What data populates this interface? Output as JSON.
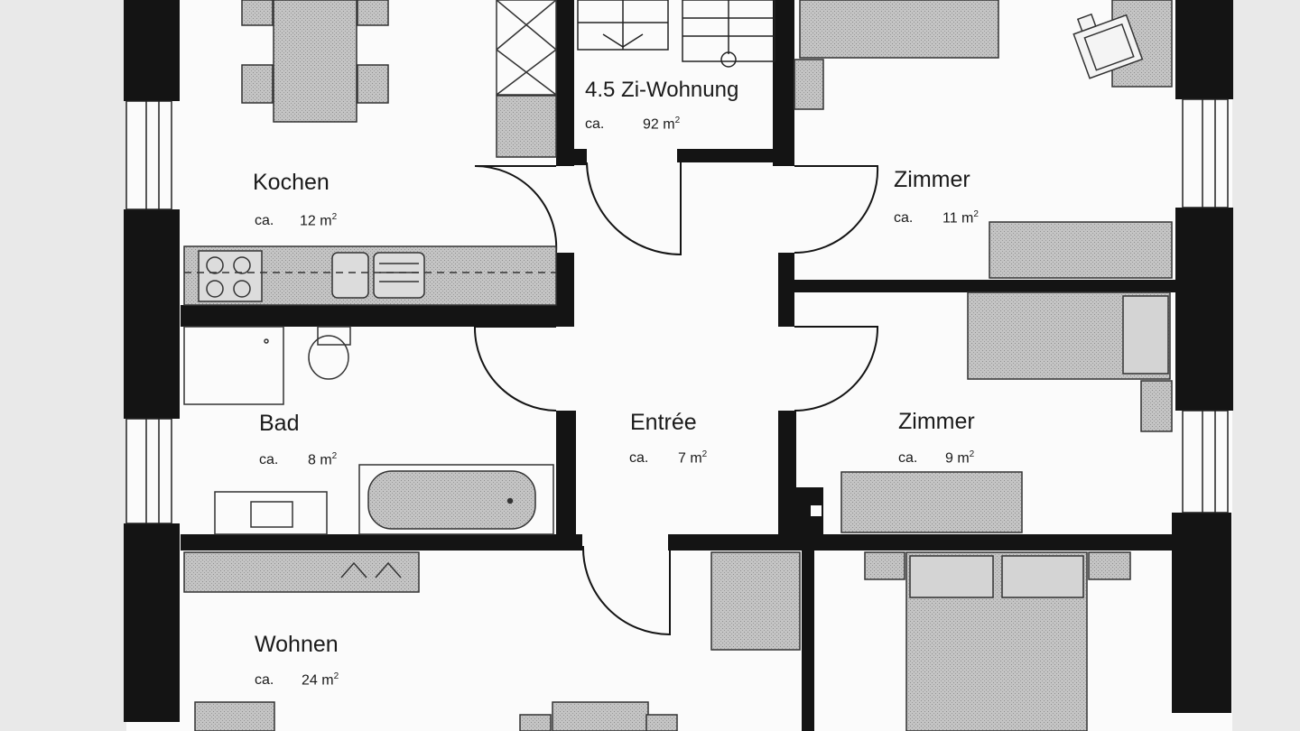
{
  "plan": {
    "apartment": {
      "name": "4.5 Zi-Wohnung",
      "ca": "ca.",
      "area": "92 m",
      "unit_sup": "2"
    },
    "rooms": [
      {
        "key": "kochen",
        "name": "Kochen",
        "ca": "ca.",
        "area": "12 m",
        "unit_sup": "2"
      },
      {
        "key": "bad",
        "name": "Bad",
        "ca": "ca.",
        "area": "8 m",
        "unit_sup": "2"
      },
      {
        "key": "entree",
        "name": "Entrée",
        "ca": "ca.",
        "area": "7 m",
        "unit_sup": "2"
      },
      {
        "key": "zimmer1",
        "name": "Zimmer",
        "ca": "ca.",
        "area": "11 m",
        "unit_sup": "2"
      },
      {
        "key": "zimmer2",
        "name": "Zimmer",
        "ca": "ca.",
        "area": "9 m",
        "unit_sup": "2"
      },
      {
        "key": "wohnen",
        "name": "Wohnen",
        "ca": "ca.",
        "area": "24 m",
        "unit_sup": "2"
      }
    ],
    "colors": {
      "wall": "#141414",
      "floor": "#fbfbfb",
      "furniture": "#b8b8b8",
      "background": "#e9e9e9"
    }
  }
}
